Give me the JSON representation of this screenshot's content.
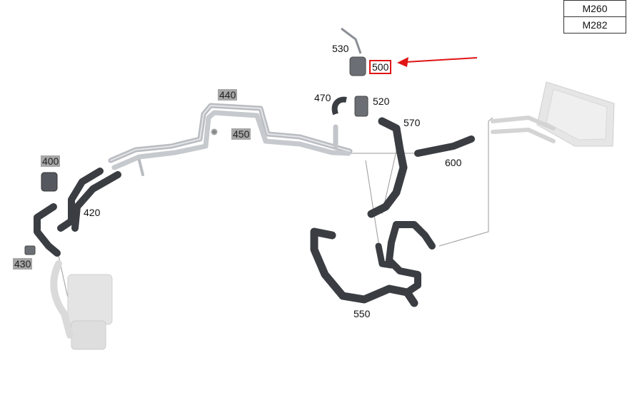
{
  "engine_codes": [
    "M260",
    "M282"
  ],
  "callouts": {
    "c530": "530",
    "c500": "500",
    "c470": "470",
    "c520": "520",
    "c570": "570",
    "c440": "440",
    "c450": "450",
    "c600": "600",
    "c400": "400",
    "c420": "420",
    "c430": "430",
    "c550": "550"
  },
  "colors": {
    "hose": "#3a3d42",
    "hose_highlight": "#6b6f75",
    "pipe": "#b9bcc1",
    "pipe_highlight": "#e3e5e8",
    "ghost_part": "#dcdcdc",
    "leader_line": "#9a9a9a",
    "highlight_box": "#e01414",
    "arrow": "#e01414",
    "grey_label_bg": "#a6a6a6"
  },
  "icons": {
    "arrow": "red-arrow-icon"
  }
}
